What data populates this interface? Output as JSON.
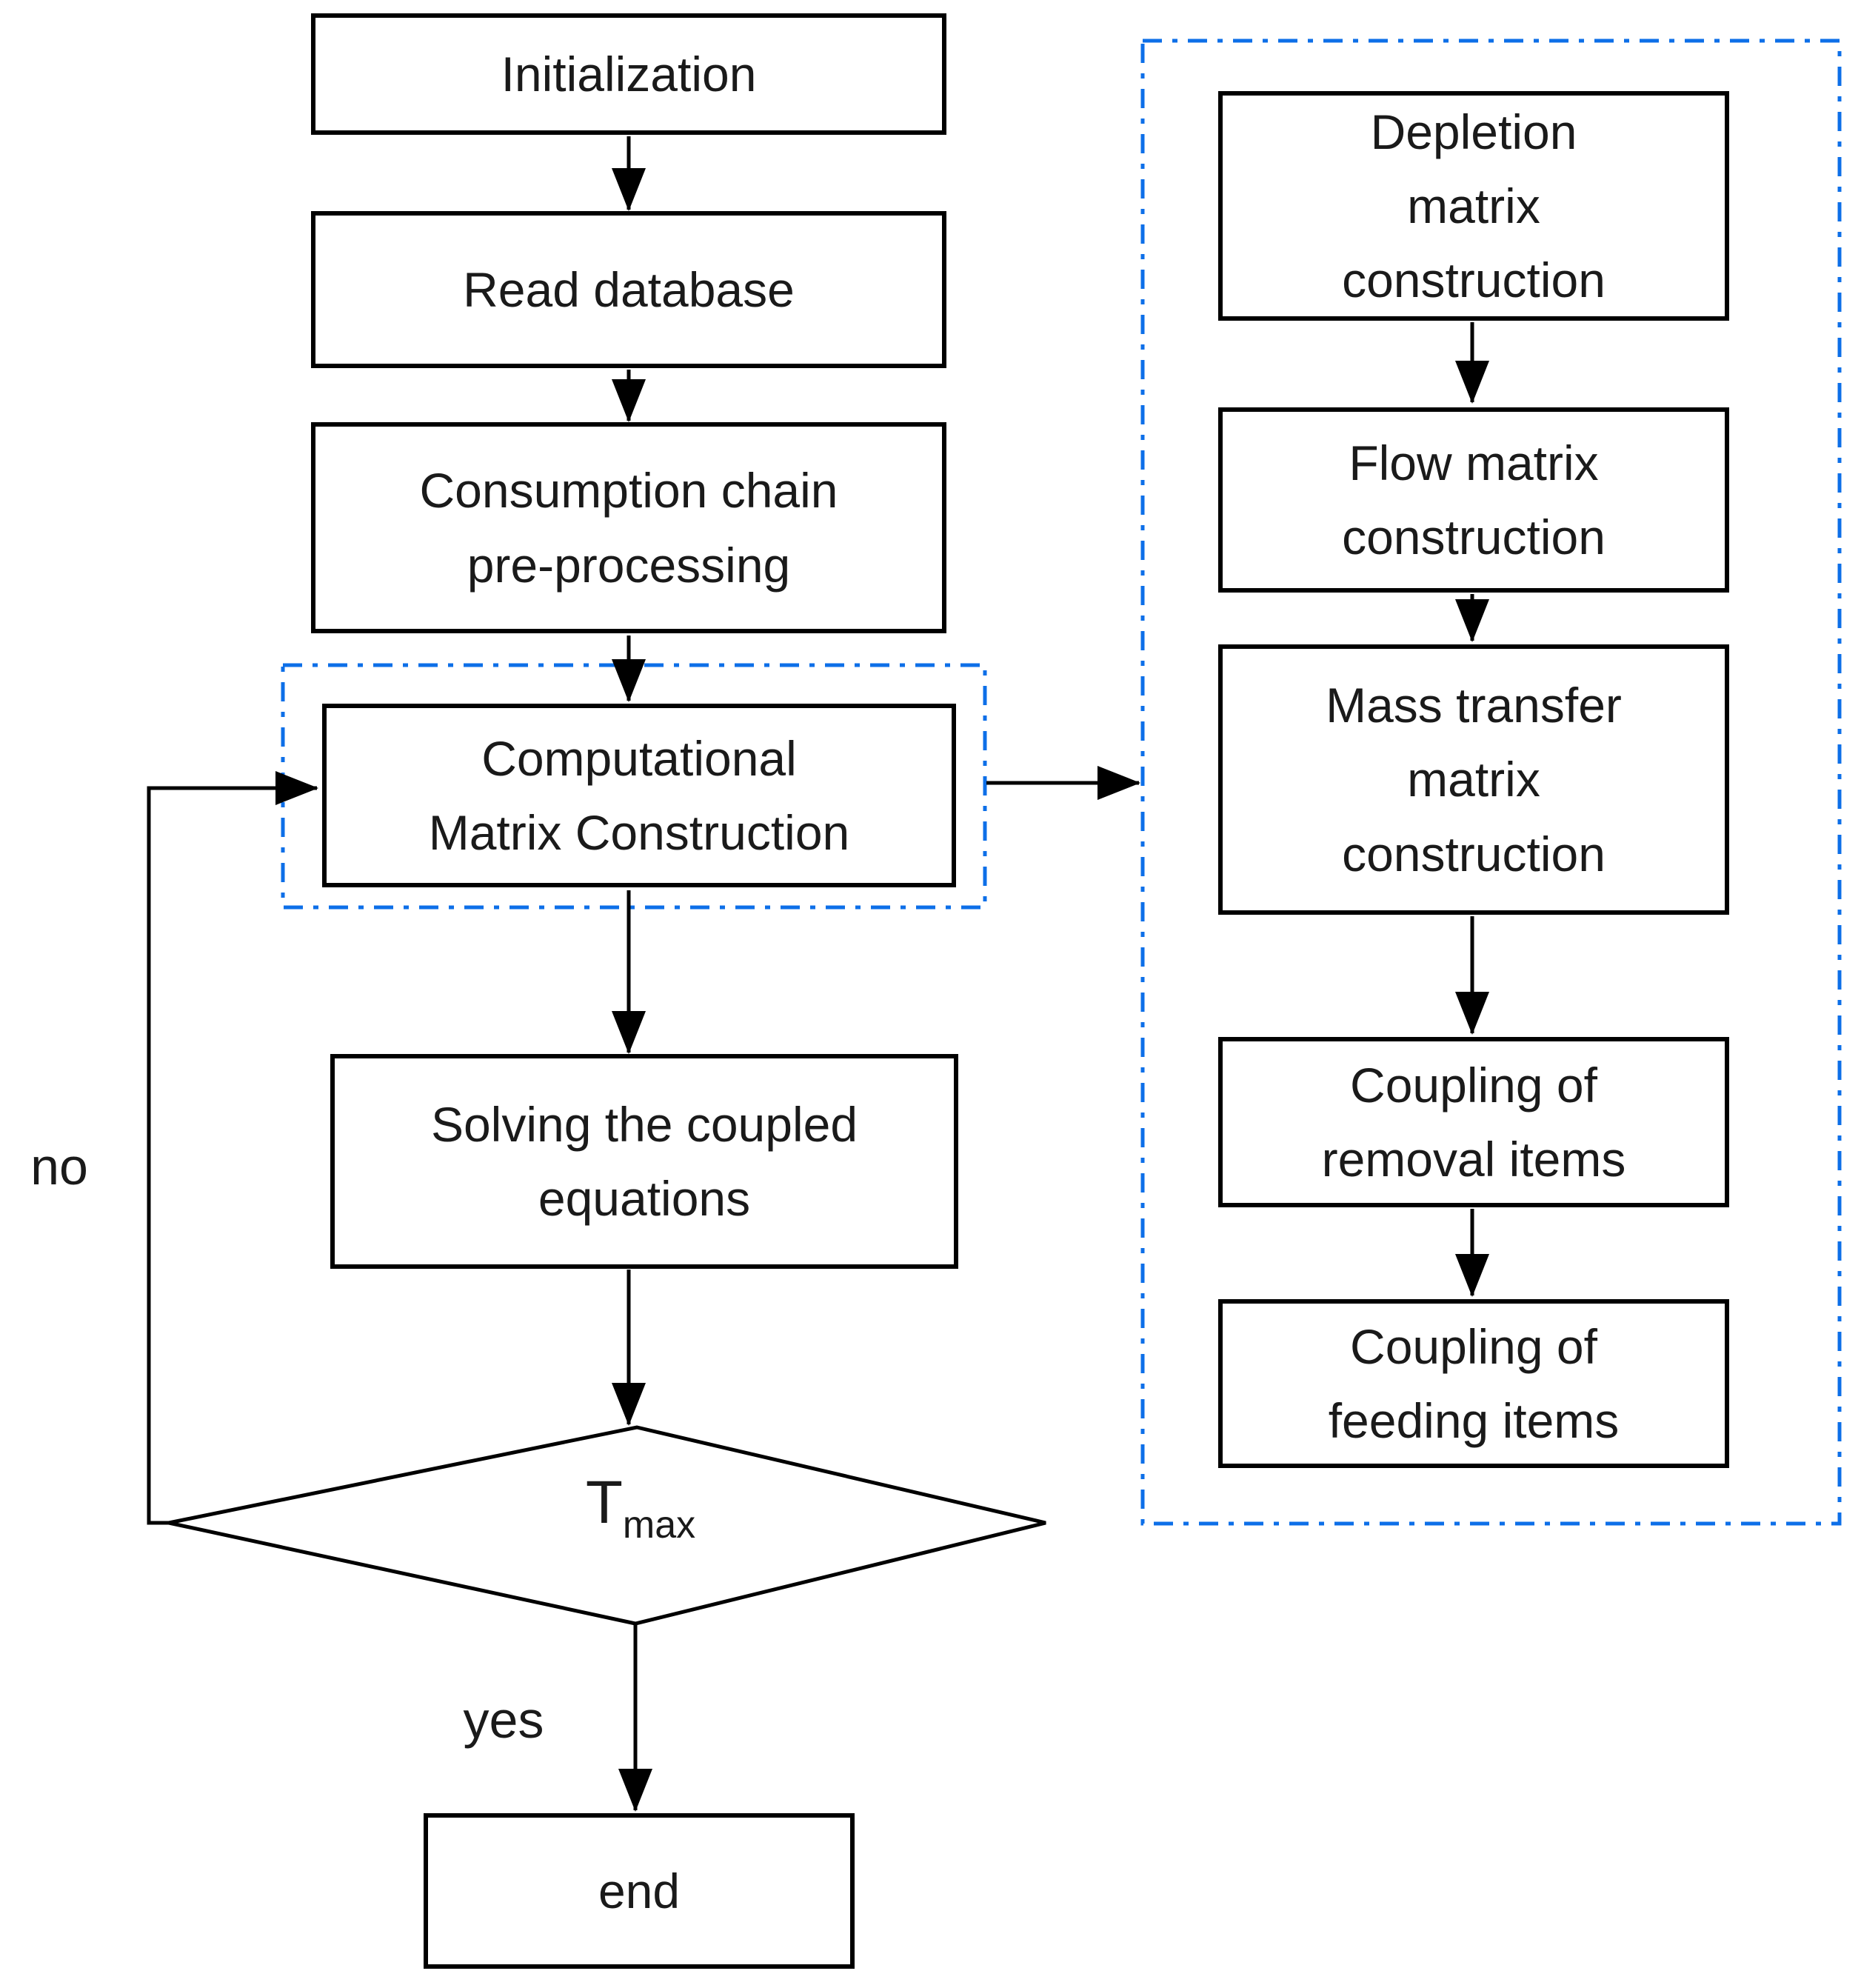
{
  "nodes": {
    "initialization": "Initialization",
    "read_database": "Read database",
    "consumption": "Consumption chain\npre-processing",
    "computational": "Computational\nMatrix Construction",
    "solving": "Solving the coupled\nequations",
    "end": "end",
    "depletion": "Depletion\nmatrix\nconstruction",
    "flow": "Flow matrix\nconstruction",
    "mass": "Mass transfer\nmatrix\nconstruction",
    "removal": "Coupling of\nremoval items",
    "feeding": "Coupling of\nfeeding items"
  },
  "decision": {
    "symbol": "T",
    "subscript": "max"
  },
  "labels": {
    "no": "no",
    "yes": "yes"
  },
  "colors": {
    "dashed_border": "#0d6fe8",
    "line": "#000000"
  }
}
